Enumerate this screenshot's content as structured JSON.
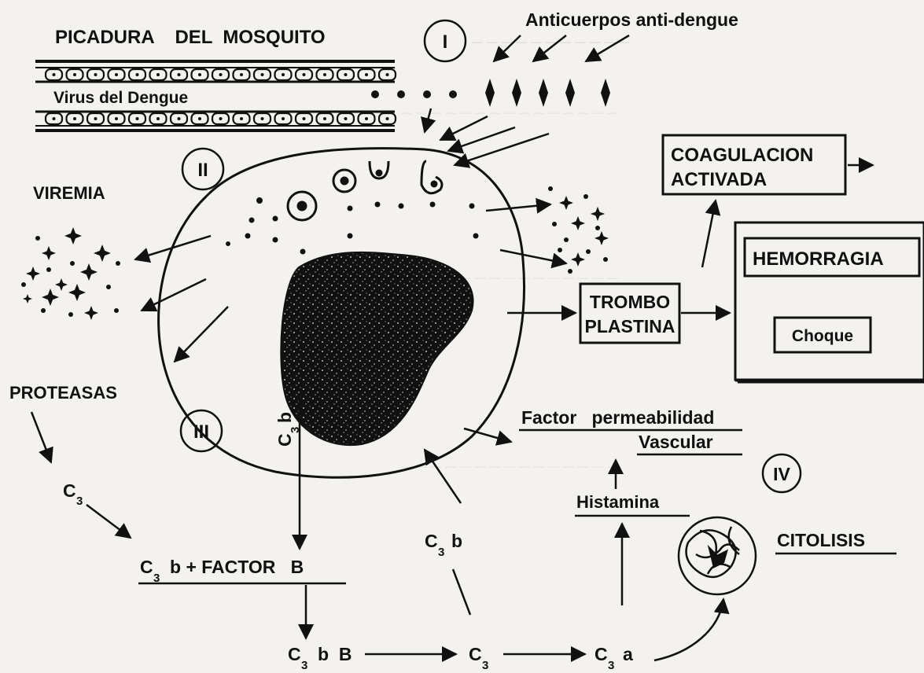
{
  "labels": {
    "mosquito_bite": "PICADURA    DEL  MOSQUITO",
    "dengue_virus": "Virus del Dengue",
    "antibodies": "Anticuerpos anti-dengue",
    "viremia": "VIREMIA",
    "proteases": "PROTEASAS",
    "coagulation_line1": "COAGULACION",
    "coagulation_line2": "ACTIVADA",
    "hemorrhage": "HEMORRAGIA",
    "shock": "Choque",
    "thrombo_line1": "TROMBO",
    "thrombo_line2": "PLASTINA",
    "perm_factor_line1": "Factor   permeabilidad",
    "perm_factor_line2": "Vascular",
    "histamine": "Histamina",
    "cytolysis": "CITOLISIS",
    "c3_top": "C",
    "c3b_vertical": "C",
    "c3b_b_right": "C",
    "c3b_factor_b": "C",
    "c3b_factor_b_rest": "b + FACTOR   B",
    "c3bB": "C",
    "c3bB_rest": "b  B",
    "c3_bottom": "C",
    "c3a": "C",
    "sub3": "3",
    "b": "b",
    "a": "a"
  },
  "stages": [
    "I",
    "II",
    "III",
    "IV"
  ],
  "colors": {
    "ink": "#111111",
    "paper": "#f4f2ee",
    "ghost_text": "#b9b5ae"
  }
}
